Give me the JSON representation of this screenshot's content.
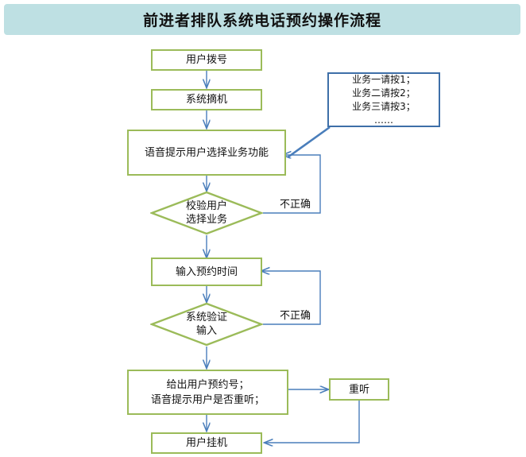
{
  "page": {
    "title": "前进者排队系统电话预约操作流程",
    "background": "#ffffff"
  },
  "colors": {
    "banner_fill": "#BEE0E3",
    "node_border": "#9BBB59",
    "node_fill": "#ffffff",
    "note_border": "#3E6FA8",
    "connector": "#4A7EBB",
    "text": "#111111"
  },
  "nodes": {
    "dial": {
      "label": "用户拨号"
    },
    "offhook": {
      "label": "系统摘机"
    },
    "voice_prompt": {
      "label": "语音提示用户选择业务功能"
    },
    "verify_service": {
      "label": "校验用户\n选择业务"
    },
    "input_time": {
      "label": "输入预约时间"
    },
    "verify_input": {
      "label": "系统验证\n输入"
    },
    "give_number": {
      "label": "给出用户预约号；\n语音提示用户是否重听；"
    },
    "replay": {
      "label": "重听"
    },
    "hangup": {
      "label": "用户挂机"
    }
  },
  "note": {
    "lines": "业务一请按1；\n业务二请按2；\n业务三请按3；\n……"
  },
  "edge_labels": {
    "incorrect_service": "不正确",
    "incorrect_input": "不正确"
  }
}
